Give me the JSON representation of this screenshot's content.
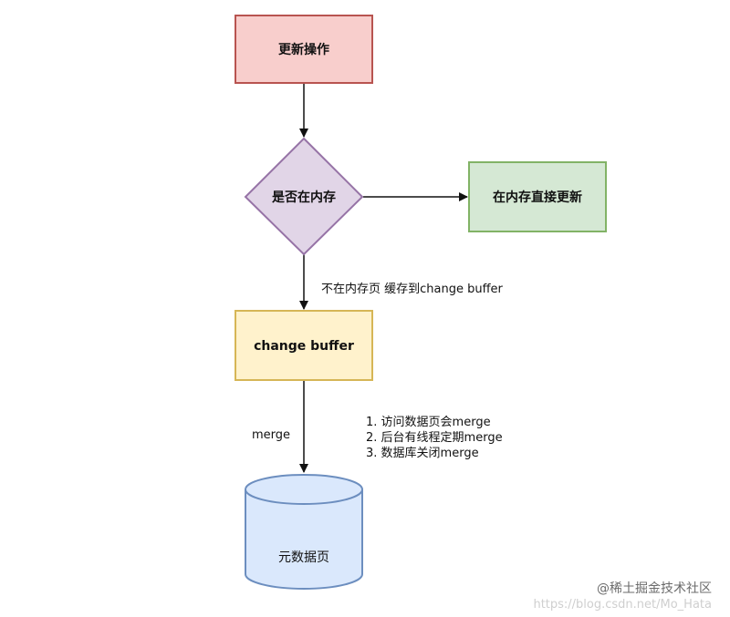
{
  "nodes": {
    "update_op": {
      "label": "更新操作",
      "fill": "#f8cecc",
      "stroke": "#b85450"
    },
    "in_memory_check": {
      "label": "是否在内存",
      "fill": "#e1d5e7",
      "stroke": "#9673a6"
    },
    "update_in_memory": {
      "label": "在内存直接更新",
      "fill": "#d5e8d4",
      "stroke": "#82b366"
    },
    "change_buffer": {
      "label": "change buffer",
      "fill": "#fff2cc",
      "stroke": "#d6b656"
    },
    "data_page": {
      "label": "元数据页",
      "fill": "#dae8fc",
      "stroke": "#6c8ebf"
    }
  },
  "edges": {
    "not_in_memory_label": "不在内存页 缓存到change buffer",
    "merge_label": "merge"
  },
  "merge_notes": [
    "1. 访问数据页会merge",
    "2. 后台有线程定期merge",
    "3. 数据库关闭merge"
  ],
  "watermark": {
    "brand": "@稀土掘金技术社区",
    "url": "https://blog.csdn.net/Mo_Hata"
  }
}
